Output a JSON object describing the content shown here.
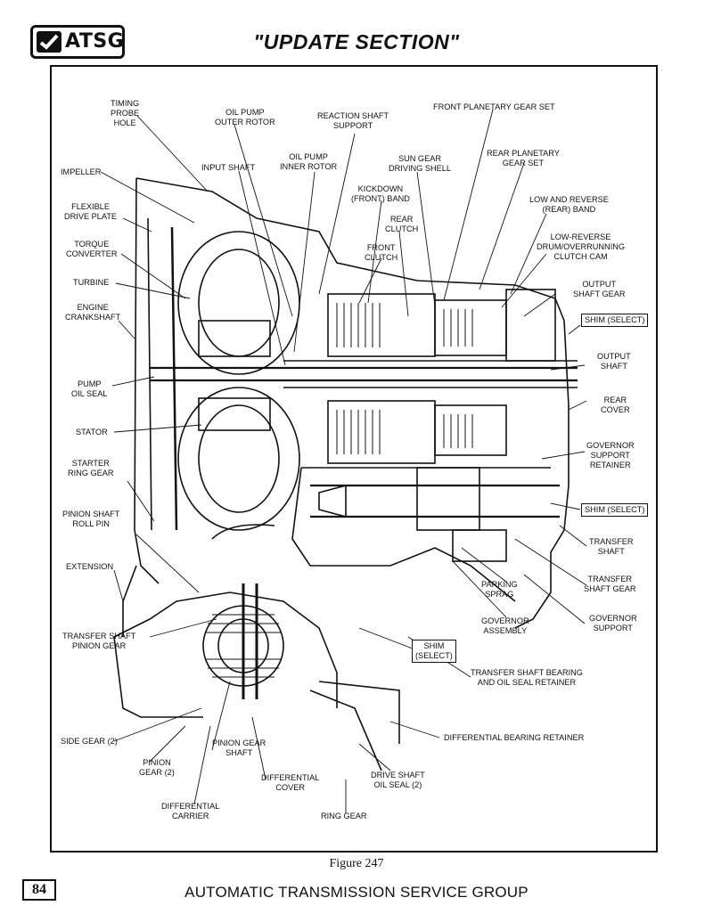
{
  "header": {
    "logo_text": "ATSG",
    "title": "\"UPDATE SECTION\""
  },
  "figure": {
    "caption": "Figure 247",
    "labels": [
      {
        "id": "timing-probe-hole",
        "text": "TIMING\nPROBE\nHOLE"
      },
      {
        "id": "oil-pump-outer-rotor",
        "text": "OIL PUMP\nOUTER ROTOR"
      },
      {
        "id": "reaction-shaft-support",
        "text": "REACTION SHAFT\nSUPPORT"
      },
      {
        "id": "front-planetary-gear-set",
        "text": "FRONT PLANETARY GEAR SET"
      },
      {
        "id": "impeller",
        "text": "IMPELLER"
      },
      {
        "id": "input-shaft",
        "text": "INPUT SHAFT"
      },
      {
        "id": "oil-pump-inner-rotor",
        "text": "OIL PUMP\nINNER ROTOR"
      },
      {
        "id": "sun-gear-driving-shell",
        "text": "SUN GEAR\nDRIVING SHELL"
      },
      {
        "id": "rear-planetary-gear-set",
        "text": "REAR PLANETARY\nGEAR SET"
      },
      {
        "id": "flexible-drive-plate",
        "text": "FLEXIBLE\nDRIVE PLATE"
      },
      {
        "id": "kickdown-band",
        "text": "KICKDOWN\n(FRONT) BAND"
      },
      {
        "id": "low-reverse-band",
        "text": "LOW AND REVERSE\n(REAR) BAND"
      },
      {
        "id": "rear-clutch",
        "text": "REAR\nCLUTCH"
      },
      {
        "id": "torque-converter",
        "text": "TORQUE\nCONVERTER"
      },
      {
        "id": "front-clutch",
        "text": "FRONT\nCLUTCH"
      },
      {
        "id": "low-reverse-drum",
        "text": "LOW-REVERSE\nDRUM/OVERRUNNING\nCLUTCH CAM"
      },
      {
        "id": "turbine",
        "text": "TURBINE"
      },
      {
        "id": "output-shaft-gear",
        "text": "OUTPUT\nSHAFT GEAR"
      },
      {
        "id": "engine-crankshaft",
        "text": "ENGINE\nCRANKSHAFT"
      },
      {
        "id": "shim-select-1",
        "text": "SHIM (SELECT)"
      },
      {
        "id": "output-shaft",
        "text": "OUTPUT\nSHAFT"
      },
      {
        "id": "pump-oil-seal",
        "text": "PUMP\nOIL SEAL"
      },
      {
        "id": "rear-cover",
        "text": "REAR\nCOVER"
      },
      {
        "id": "stator",
        "text": "STATOR"
      },
      {
        "id": "governor-support-retainer",
        "text": "GOVERNOR\nSUPPORT\nRETAINER"
      },
      {
        "id": "starter-ring-gear",
        "text": "STARTER\nRING GEAR"
      },
      {
        "id": "shim-select-2",
        "text": "SHIM (SELECT)"
      },
      {
        "id": "pinion-shaft-roll-pin",
        "text": "PINION SHAFT\nROLL PIN"
      },
      {
        "id": "transfer-shaft",
        "text": "TRANSFER\nSHAFT"
      },
      {
        "id": "extension",
        "text": "EXTENSION"
      },
      {
        "id": "parking-sprag",
        "text": "PARKING\nSPRAG"
      },
      {
        "id": "transfer-shaft-gear",
        "text": "TRANSFER\nSHAFT GEAR"
      },
      {
        "id": "governor-assembly",
        "text": "GOVERNOR\nASSEMBLY"
      },
      {
        "id": "governor-support",
        "text": "GOVERNOR\nSUPPORT"
      },
      {
        "id": "transfer-shaft-pinion-gear",
        "text": "TRANSFER SHAFT\nPINION GEAR"
      },
      {
        "id": "shim-select-3",
        "text": "SHIM\n(SELECT)"
      },
      {
        "id": "transfer-shaft-bearing",
        "text": "TRANSFER SHAFT BEARING\nAND OIL SEAL RETAINER"
      },
      {
        "id": "side-gear",
        "text": "SIDE GEAR (2)"
      },
      {
        "id": "differential-bearing-retainer",
        "text": "DIFFERENTIAL BEARING RETAINER"
      },
      {
        "id": "pinion-gear-shaft",
        "text": "PINION GEAR\nSHAFT"
      },
      {
        "id": "pinion-gear",
        "text": "PINION\nGEAR (2)"
      },
      {
        "id": "differential-cover",
        "text": "DIFFERENTIAL\nCOVER"
      },
      {
        "id": "drive-shaft-oil-seal",
        "text": "DRIVE SHAFT\nOIL SEAL (2)"
      },
      {
        "id": "differential-carrier",
        "text": "DIFFERENTIAL\nCARRIER"
      },
      {
        "id": "ring-gear",
        "text": "RING GEAR"
      }
    ]
  },
  "footer": {
    "page_number": "84",
    "org": "AUTOMATIC TRANSMISSION SERVICE GROUP"
  }
}
